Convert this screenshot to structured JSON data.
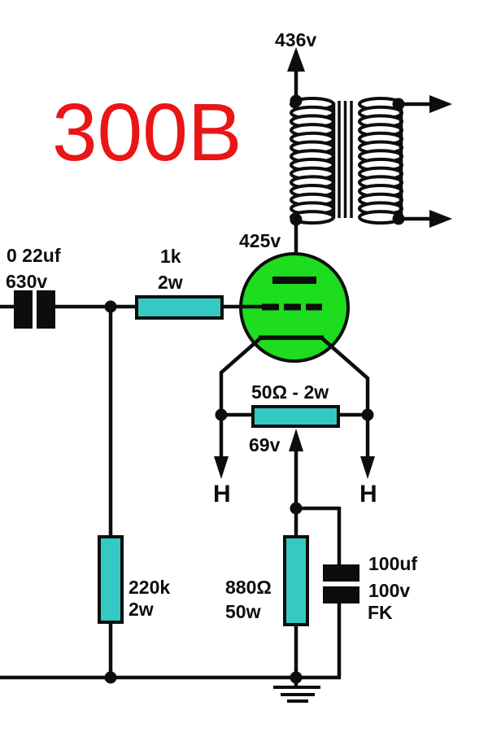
{
  "title": {
    "text": "300B",
    "color": "#ea1515"
  },
  "colors": {
    "resistor_fill": "#35c9c3",
    "tube_fill": "#1edc1e",
    "ink": "#0d0d0d"
  },
  "labels": {
    "b_plus_voltage": "436v",
    "plate_voltage": "425v",
    "input_cap_value": "0 22uf",
    "input_cap_voltage": "630v",
    "grid_stopper_value": "1k",
    "grid_stopper_power": "2w",
    "hum_resistor": "50Ω - 2w",
    "cathode_voltage": "69v",
    "heater_left": "H",
    "heater_right": "H",
    "grid_leak_value": "220k",
    "grid_leak_power": "2w",
    "cathode_resistor_value": "880Ω",
    "cathode_resistor_power": "50w",
    "bypass_cap_value": "100uf",
    "bypass_cap_voltage": "100v",
    "bypass_cap_type": "FK"
  }
}
